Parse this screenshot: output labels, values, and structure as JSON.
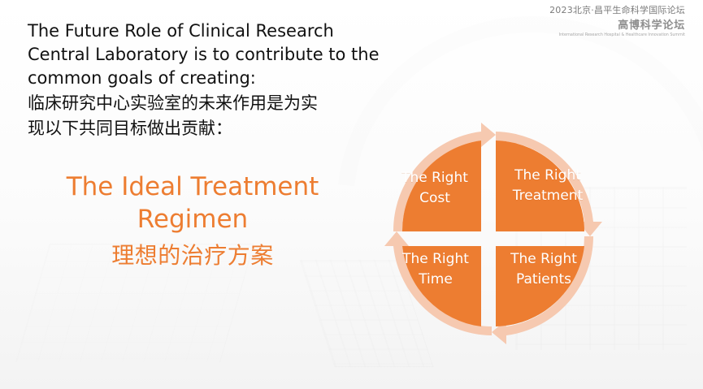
{
  "brand": {
    "title": "2023北京·昌平生命科学国际论坛",
    "subtitle": "高博科学论坛",
    "tagline": "International Research Hospital & Healthcare Innovation Summit"
  },
  "intro": {
    "en_lines": [
      "The Future Role of Clinical Research",
      "Central Laboratory is to contribute to the",
      "common goals of creating:"
    ],
    "cn_lines": [
      "临床研究中心实验室的未来作用是为实",
      "现以下共同目标做出贡献："
    ]
  },
  "regimen": {
    "title_lines": [
      "The Ideal Treatment",
      "Regimen"
    ],
    "cn": "理想的治疗方案"
  },
  "quadrants": {
    "top_left": [
      "The Right",
      "Cost"
    ],
    "top_right": [
      "The Right",
      "Treatment"
    ],
    "bottom_left": [
      "The Right",
      "Time"
    ],
    "bottom_right": [
      "The Right",
      "Patients"
    ]
  },
  "colors": {
    "accent": "#ED7D31",
    "quadrant_fill": "#ED7D31",
    "ring_fill": "#F6C9B0",
    "text_dark": "#111111",
    "brand_gray": "#8E8E8E"
  }
}
